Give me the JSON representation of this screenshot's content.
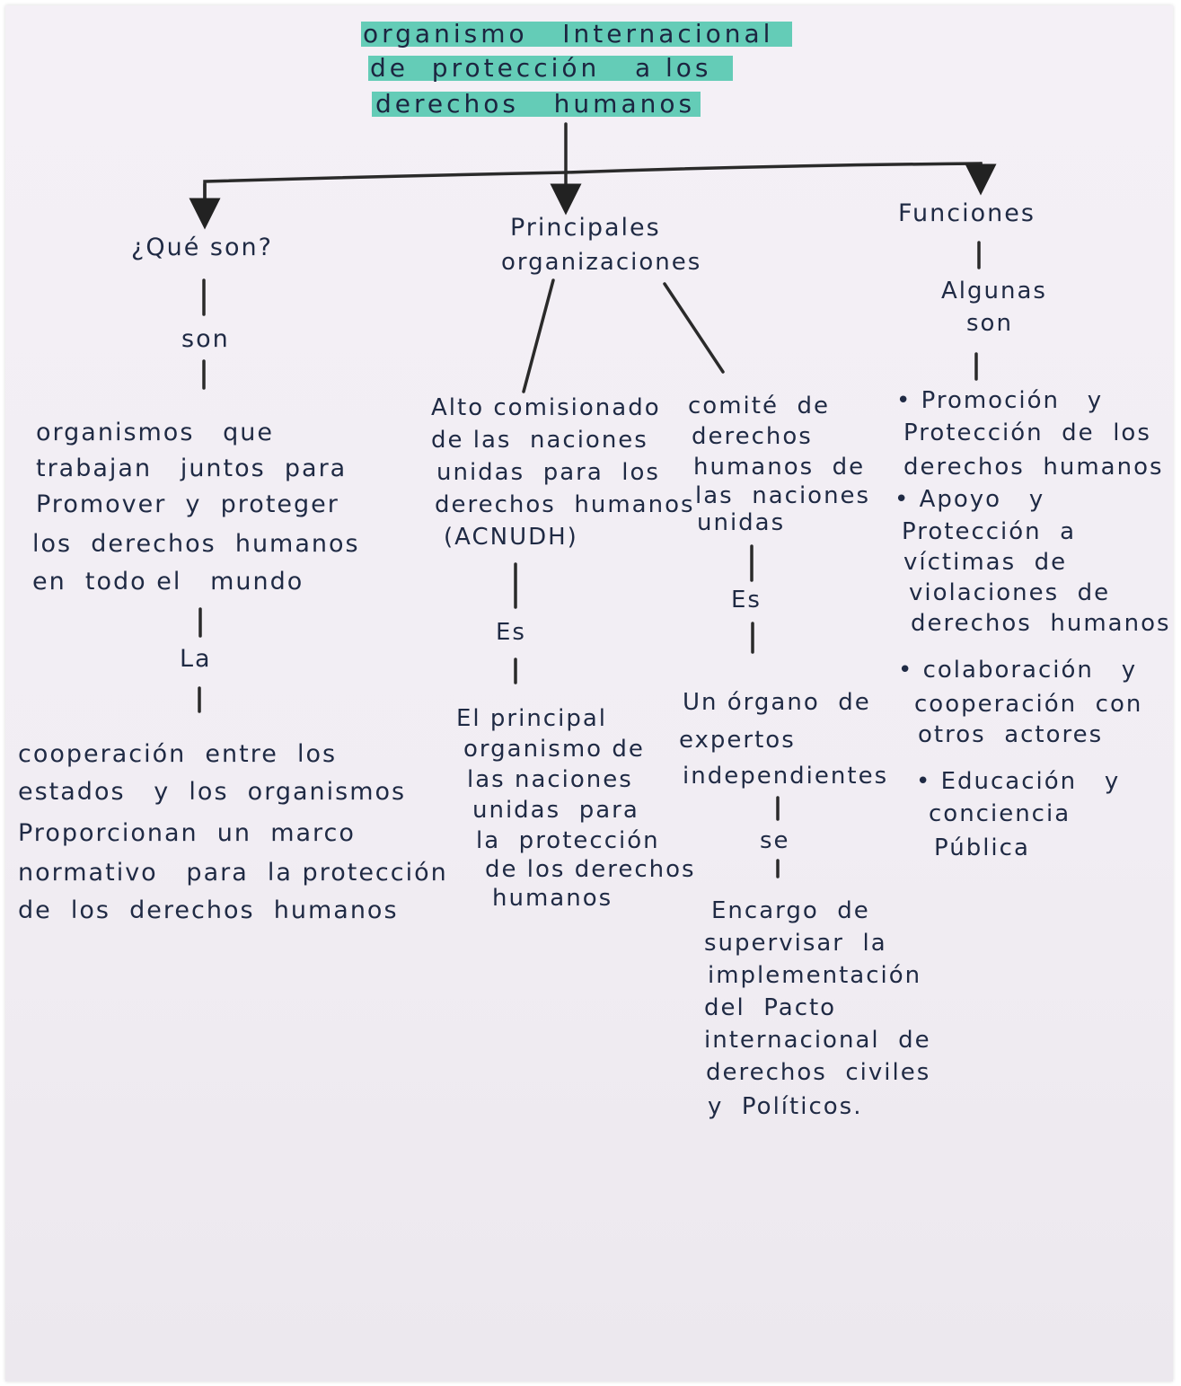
{
  "title": {
    "line1": "organismo   Internacional",
    "line2": "de  protección   a los",
    "line3": "derechos   humanos"
  },
  "branches": {
    "que_son": {
      "heading": "¿Qué son?",
      "connector1": "son",
      "definition": [
        "organismos   que",
        "trabajan   juntos  para",
        "Promover  y  proteger",
        "los  derechos  humanos",
        "en  todo el   mundo"
      ],
      "connector2": "La",
      "detail": [
        "cooperación  entre  los",
        "estados   y  los  organismos",
        "Proporcionan  un  marco",
        "normativo   para  la protección",
        "de  los  derechos  humanos"
      ]
    },
    "principales": {
      "heading": [
        "Principales",
        "organizaciones"
      ],
      "acnudh": {
        "name": [
          "Alto comisionado",
          "de las  naciones",
          "unidas  para  los",
          "derechos  humanos",
          "(ACNUDH)"
        ],
        "connector": "Es",
        "detail": [
          "El principal",
          "organismo de",
          "las naciones",
          "unidas  para",
          "la  protección",
          "de los derechos",
          "humanos"
        ]
      },
      "comite": {
        "name": [
          "comité  de",
          "derechos",
          "humanos  de",
          "las  naciones",
          "unidas"
        ],
        "connector1": "Es",
        "detail1": [
          "Un órgano  de",
          "expertos",
          "independientes"
        ],
        "connector2": "se",
        "detail2": [
          "Encargo  de",
          "supervisar  la",
          "implementación",
          "del  Pacto",
          "internacional  de",
          "derechos  civiles",
          "y  Políticos."
        ]
      }
    },
    "funciones": {
      "heading": "Funciones",
      "connector": [
        "Algunas",
        "son"
      ],
      "items": [
        [
          "• Promoción   y",
          "Protección  de  los",
          "derechos  humanos"
        ],
        [
          "• Apoyo   y",
          "Protección  a",
          "víctimas  de",
          "violaciones  de",
          "derechos  humanos"
        ],
        [
          "• colaboración   y",
          "cooperación  con",
          "otros  actores"
        ],
        [
          "• Educación   y",
          "conciencia",
          "Pública"
        ]
      ]
    }
  },
  "colors": {
    "highlight": "#5cc9b3",
    "ink": "#1f2a44",
    "paper": "#f2eef4"
  }
}
